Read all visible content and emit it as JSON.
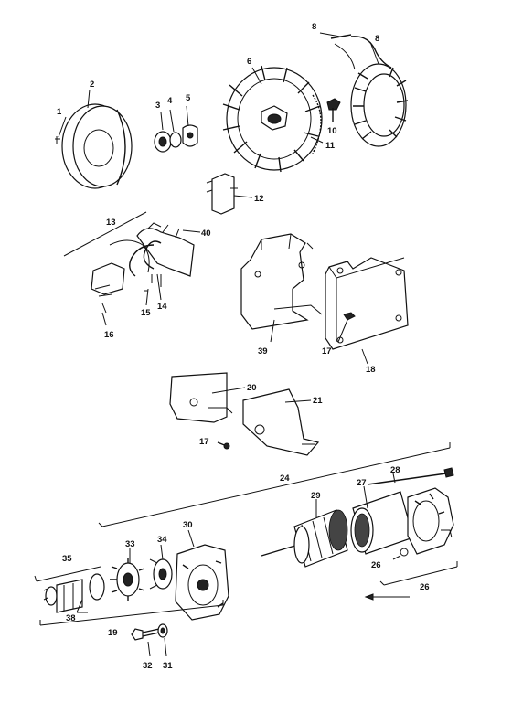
{
  "diagram": {
    "labels": {
      "l1": "1",
      "l2": "2",
      "l3": "3",
      "l4": "4",
      "l5": "5",
      "l6": "6",
      "l8a": "8",
      "l8b": "8",
      "l10": "10",
      "l11": "11",
      "l12": "12",
      "l13": "13",
      "l14": "14",
      "l15": "15",
      "l16": "16",
      "l17a": "17",
      "l17b": "17",
      "l18": "18",
      "l20": "20",
      "l21": "21",
      "l24": "24",
      "l26a": "26",
      "l26b": "26",
      "l27": "27",
      "l28": "28",
      "l29": "29",
      "l30": "30",
      "l31": "31",
      "l32": "32",
      "l33": "33",
      "l34": "34",
      "l35": "35",
      "l38": "38",
      "l39": "39",
      "l40": "40",
      "l19": "19"
    }
  }
}
